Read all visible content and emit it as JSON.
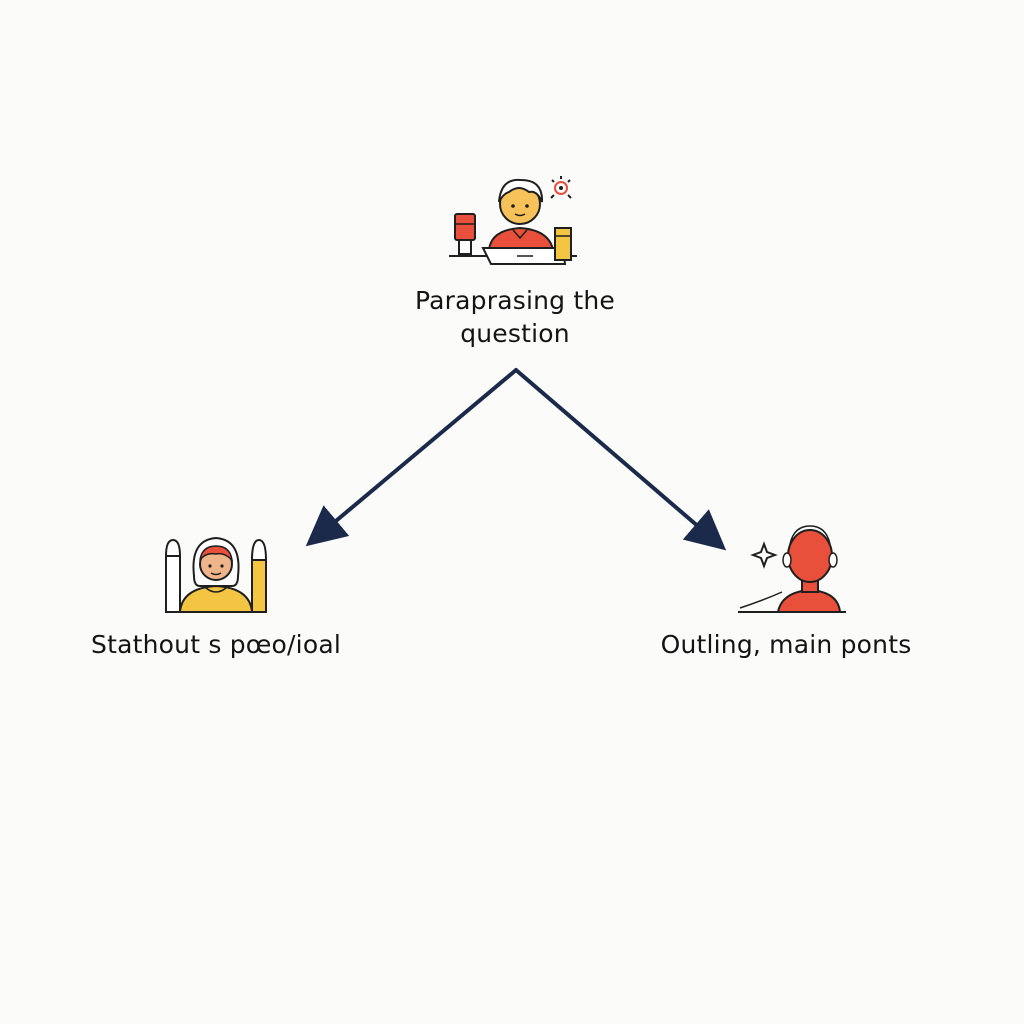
{
  "nodes": {
    "top": {
      "label_line1": "Paraprasing the",
      "label_line2": "question",
      "icon": "person-at-laptop-icon"
    },
    "left": {
      "label": "Stathout s pœo/ioal",
      "icon": "person-hands-raised-icon"
    },
    "right": {
      "label": "Outling, main ponts",
      "icon": "person-sparkle-icon"
    }
  },
  "colors": {
    "arrow": "#1b2a4a",
    "accent_red": "#e8503c",
    "accent_yellow": "#f4c542",
    "skin": "#f7c25a",
    "outline": "#1f1f1f"
  }
}
